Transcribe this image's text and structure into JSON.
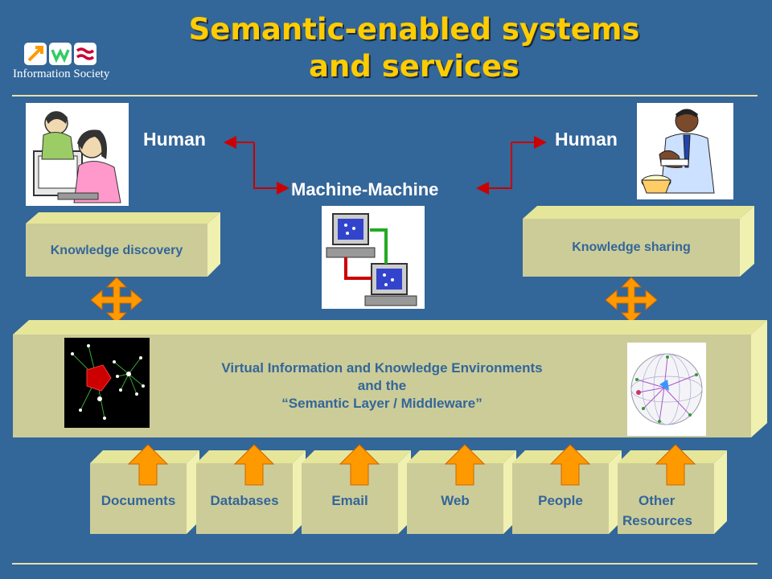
{
  "title": {
    "line1": "Semantic-enabled systems",
    "line2": "and services"
  },
  "logo": {
    "text": "Information Society"
  },
  "labels": {
    "human_left": "Human",
    "human_right": "Human",
    "machine": "Machine-Machine"
  },
  "boxes": {
    "knowledge_discovery": "Knowledge discovery",
    "knowledge_sharing": "Knowledge sharing",
    "vike_line1": "Virtual Information and Knowledge Environments",
    "vike_line2": "and the",
    "vike_line3": "“Semantic Layer / Middleware”"
  },
  "sources": [
    {
      "label": "Documents"
    },
    {
      "label": "Databases"
    },
    {
      "label": "Email"
    },
    {
      "label": "Web"
    },
    {
      "label": "People"
    },
    {
      "label": "Other",
      "label2": "Resources"
    }
  ],
  "colors": {
    "background": "#336699",
    "title": "#FFCC00",
    "box_face": "#cccc99",
    "box_side": "#e6e69a",
    "arrow": "#ff9900",
    "connector": "#cc0000"
  }
}
